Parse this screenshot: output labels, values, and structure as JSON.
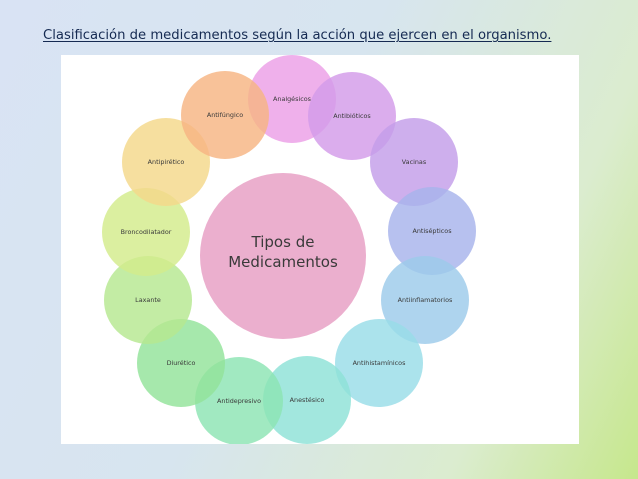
{
  "slide": {
    "title": "Clasificación de medicamentos según la acción que ejercen en el organismo."
  },
  "diagram": {
    "center": {
      "line1": "Tipos de",
      "line2": "Medicamentos",
      "color": "#e9a6c9"
    },
    "nodes": [
      {
        "label": "Analgésicos",
        "color": "#ec9fe6"
      },
      {
        "label": "Antibióticos",
        "color": "#d39be9"
      },
      {
        "label": "Vacinas",
        "color": "#c39ee9"
      },
      {
        "label": "Antisépticos",
        "color": "#a7b3ec"
      },
      {
        "label": "Antiinflamatorios",
        "color": "#9ccbea"
      },
      {
        "label": "Antihistamínicos",
        "color": "#99dde8"
      },
      {
        "label": "Anestésico",
        "color": "#8ee2d7"
      },
      {
        "label": "Antidepresivo",
        "color": "#8ce4b3"
      },
      {
        "label": "Diurético",
        "color": "#93e39a"
      },
      {
        "label": "Laxante",
        "color": "#b6e890"
      },
      {
        "label": "Broncodilatador",
        "color": "#d3ec8b"
      },
      {
        "label": "Antipirético",
        "color": "#f4d88a"
      },
      {
        "label": "Antifúngico",
        "color": "#f7b582"
      }
    ]
  }
}
